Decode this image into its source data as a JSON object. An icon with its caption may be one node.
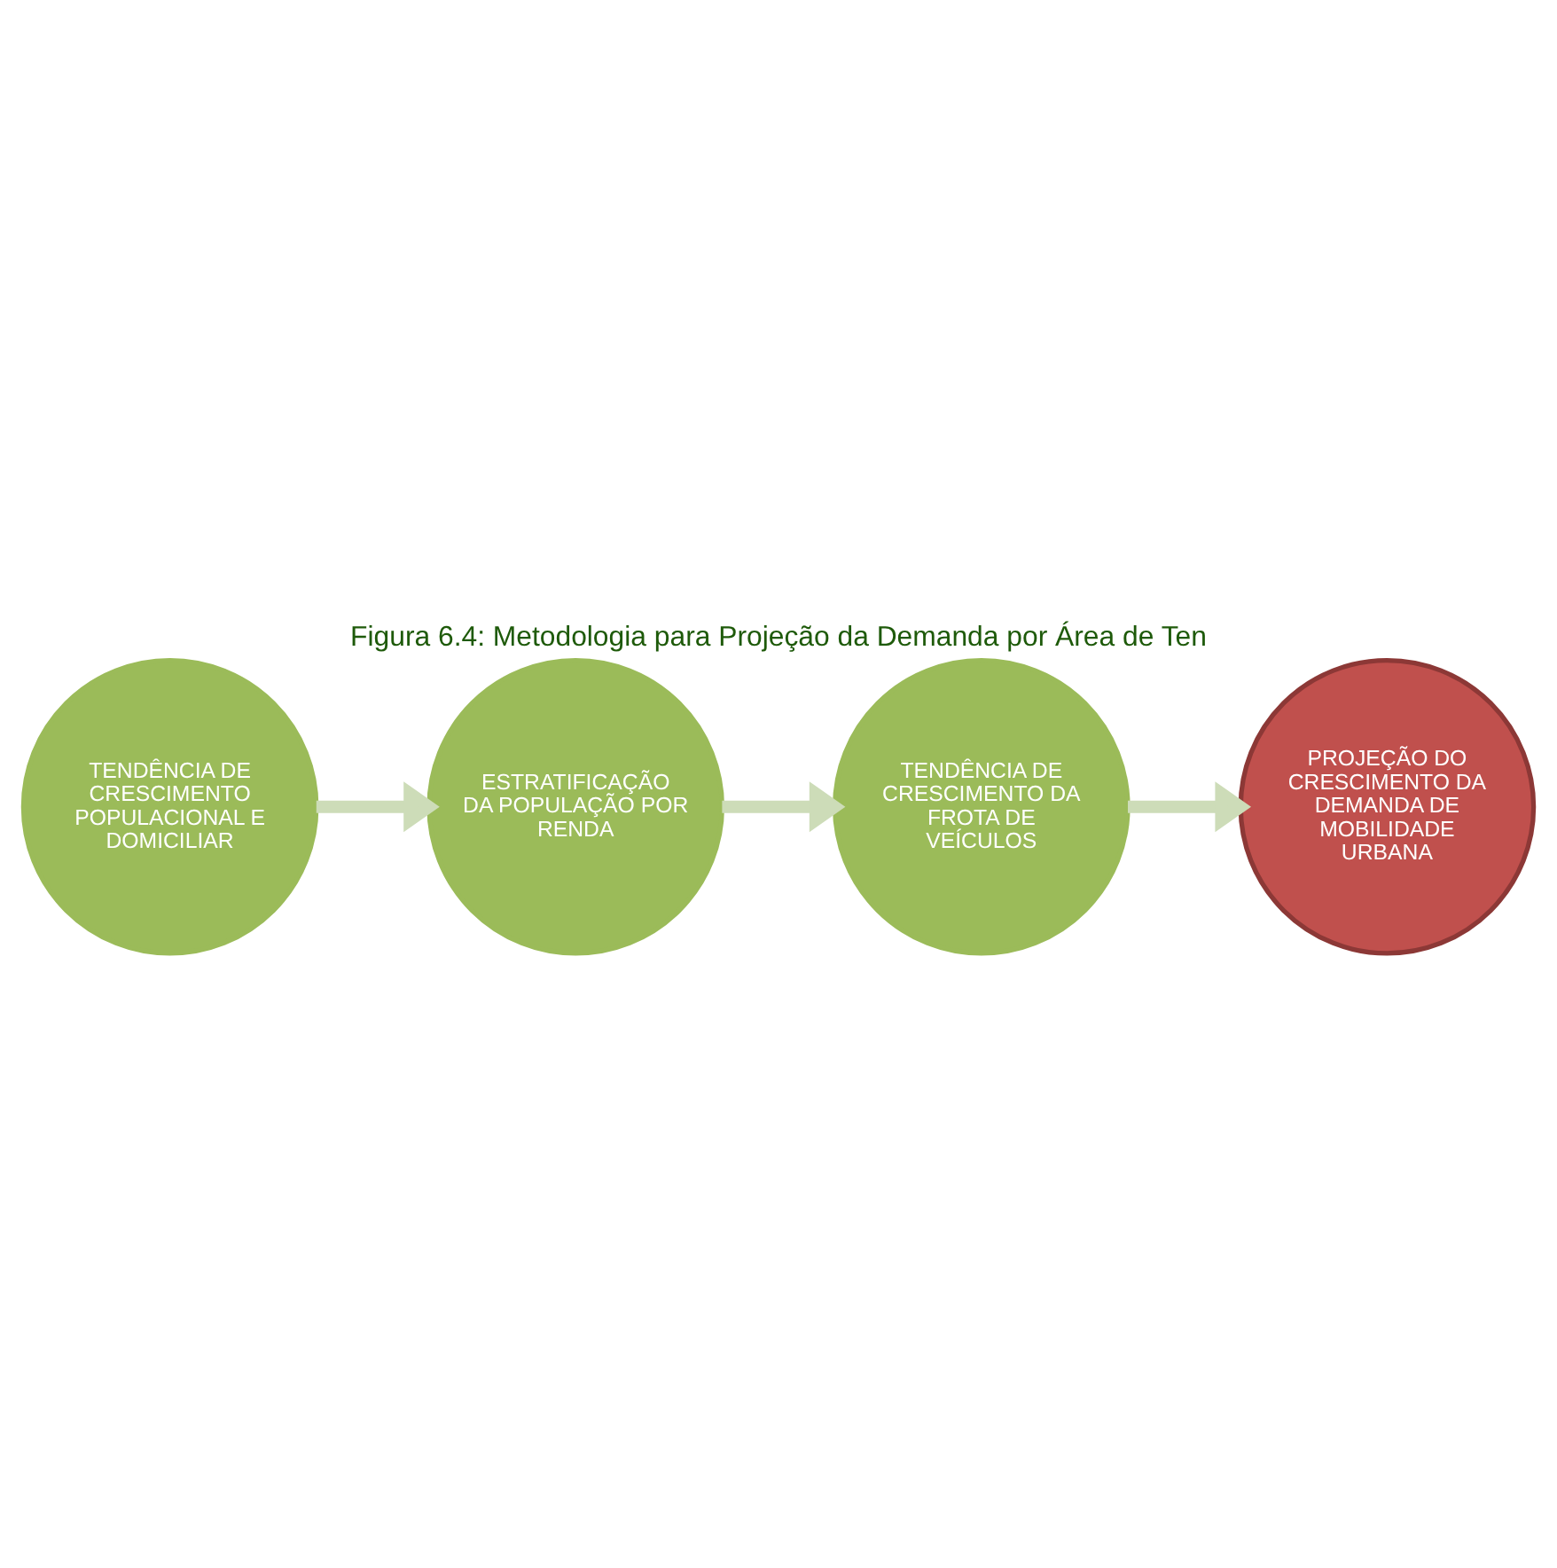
{
  "diagram": {
    "title": "Figura 6.4: Metodologia para Projeção da Demanda por Área de Ten",
    "nodes": [
      {
        "text": [
          "TENDÊNCIA DE CRESCIMENTO POPULACIONAL E DOMICILIAR"
        ]
      },
      {
        "text": [
          "ESTRATIFICAÇÃO DA POPULAÇÃO POR RENDA"
        ]
      },
      {
        "text": [
          "TENDÊNCIA DE CRESCIMENTO DA FROTA DE VEÍCULOS"
        ]
      },
      {
        "text": [
          "PROJEÇÃO DO CRESCIMENTO DA DEMANDA DE MOBILIDADE URBANA"
        ]
      }
    ],
    "edges": [
      {
        "from": 0,
        "to": 1,
        "arrow": "to"
      },
      {
        "from": 1,
        "to": 2,
        "arrow": "to"
      },
      {
        "from": 2,
        "to": 3,
        "arrow": "to"
      }
    ]
  }
}
